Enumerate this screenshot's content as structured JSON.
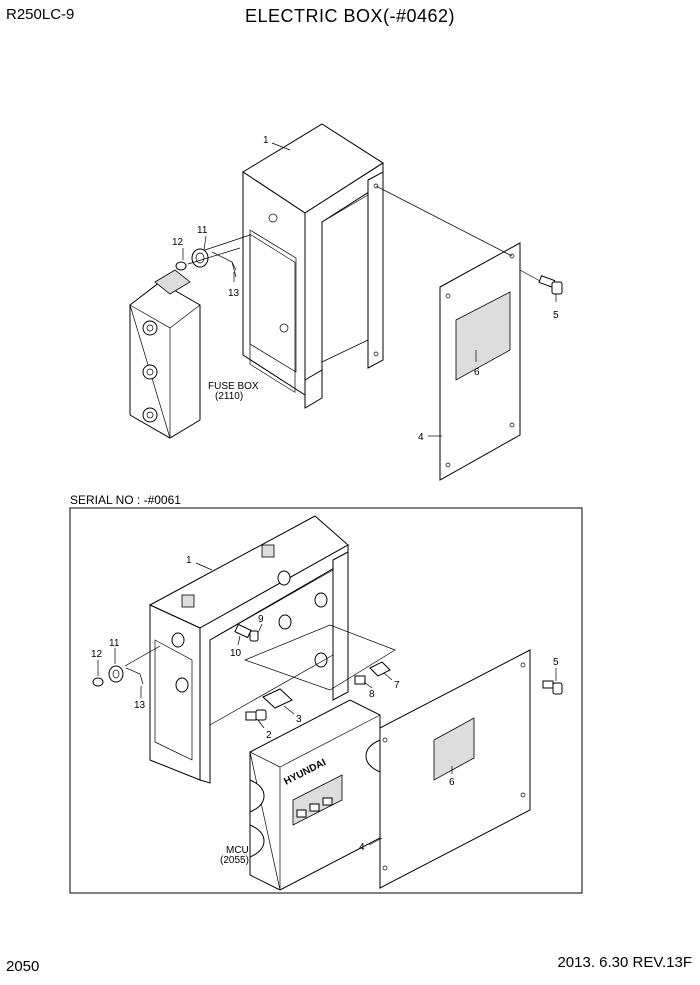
{
  "header": {
    "model": "R250LC-9",
    "title": "ELECTRIC BOX(-#0462)"
  },
  "footer": {
    "page_number": "2050",
    "revision": "2013. 6.30  REV.13F"
  },
  "top_assembly": {
    "callouts": [
      "1",
      "11",
      "12",
      "13",
      "5",
      "6",
      "4"
    ],
    "fuse_box_label": "FUSE BOX",
    "fuse_box_code": "(2110)"
  },
  "bottom_assembly": {
    "serial_label": "SERIAL NO : -#0061",
    "callouts": [
      "1",
      "9",
      "10",
      "11",
      "12",
      "13",
      "2",
      "3",
      "5",
      "7",
      "8",
      "6",
      "4"
    ],
    "mcu_label": "MCU",
    "mcu_code": "(2055)",
    "brand": "HYUNDAI"
  }
}
